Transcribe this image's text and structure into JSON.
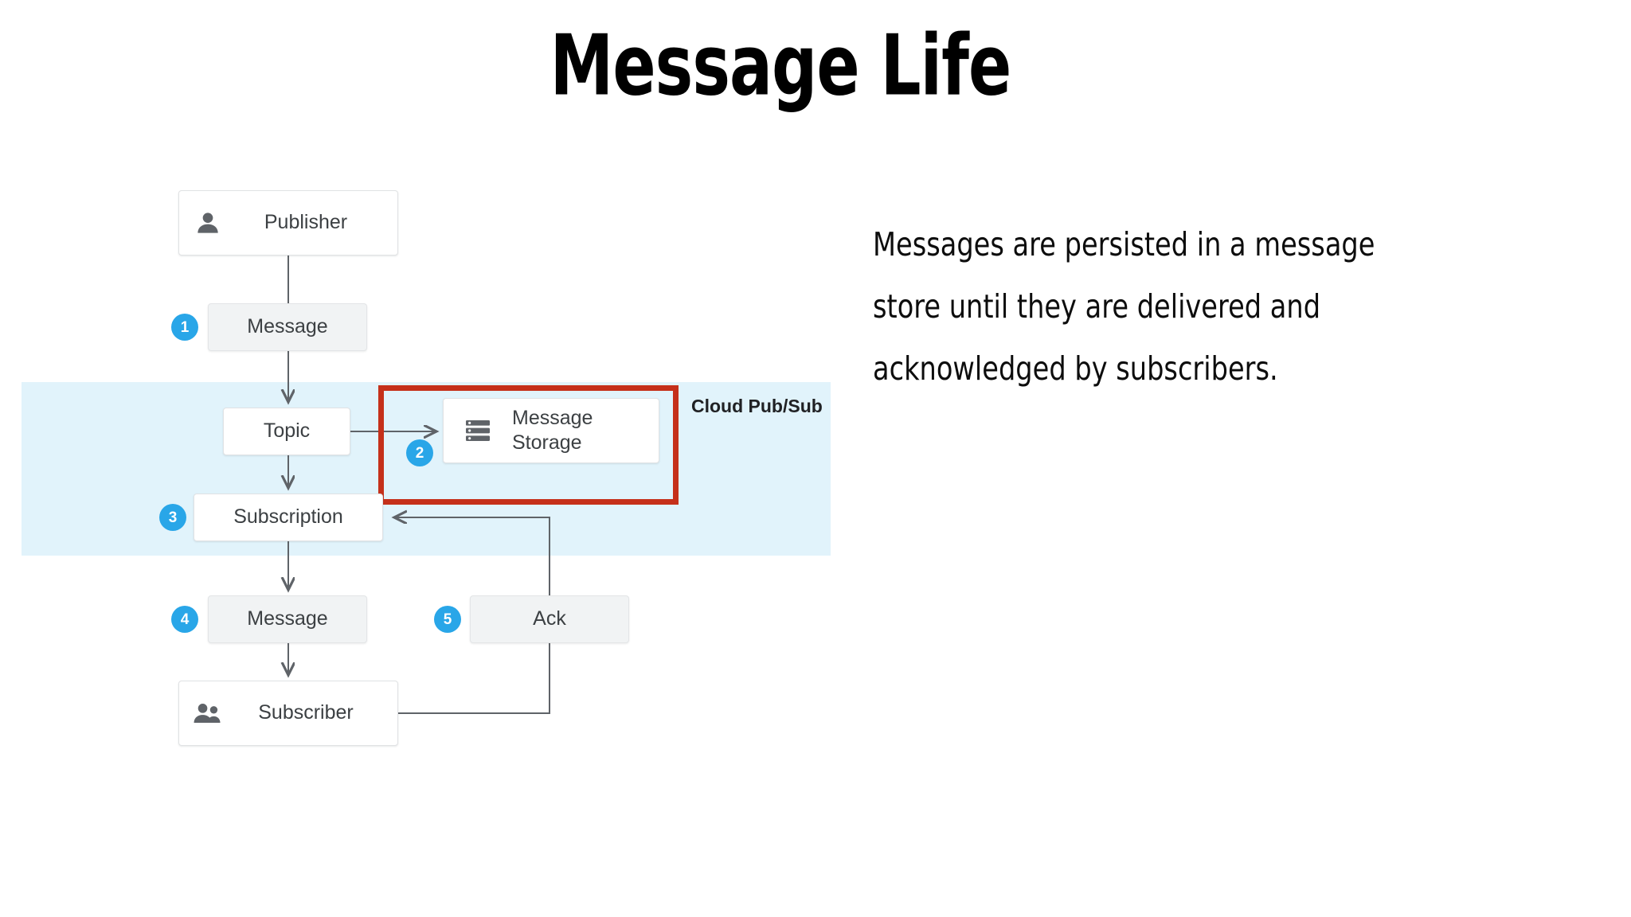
{
  "slide": {
    "title": "Message Life",
    "description": "Messages are persisted in a message store until they are delivered and acknowledged by subscribers."
  },
  "diagram": {
    "band_label": "Cloud Pub/Sub",
    "band_color": "#e1f3fb",
    "highlight_color": "#c5301a",
    "badge_color": "#29a6e8",
    "nodes": [
      {
        "id": "publisher",
        "label": "Publisher",
        "icon": "person-icon"
      },
      {
        "id": "message-1",
        "label": "Message",
        "icon": null
      },
      {
        "id": "topic",
        "label": "Topic",
        "icon": null
      },
      {
        "id": "storage",
        "label": "Message Storage",
        "line1": "Message",
        "line2": "Storage",
        "icon": "server-storage-icon"
      },
      {
        "id": "subscription",
        "label": "Subscription",
        "icon": null
      },
      {
        "id": "message-2",
        "label": "Message",
        "icon": null
      },
      {
        "id": "ack",
        "label": "Ack",
        "icon": null
      },
      {
        "id": "subscriber",
        "label": "Subscriber",
        "icon": "people-icon"
      }
    ],
    "badges": [
      {
        "number": "1",
        "for": "message-1"
      },
      {
        "number": "2",
        "for": "storage"
      },
      {
        "number": "3",
        "for": "subscription"
      },
      {
        "number": "4",
        "for": "message-2"
      },
      {
        "number": "5",
        "for": "ack"
      }
    ]
  }
}
